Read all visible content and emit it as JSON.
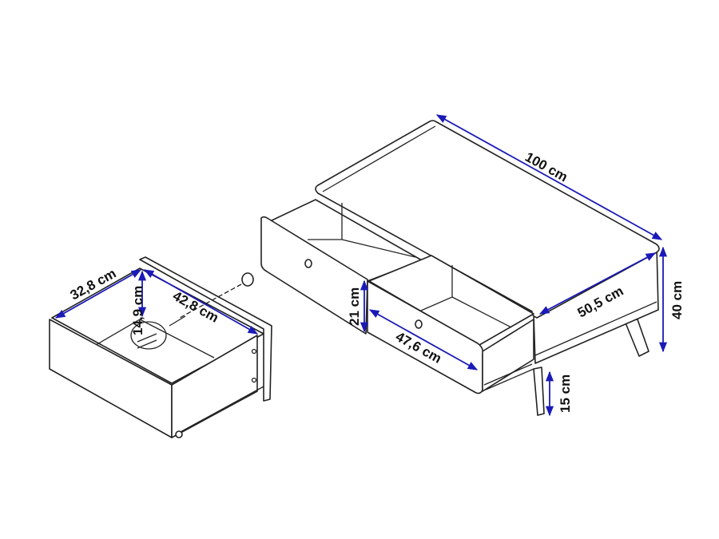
{
  "dimensions": {
    "table_length": "100 cm",
    "table_height": "40 cm",
    "table_depth": "50,5 cm",
    "drawer_front_height": "21 cm",
    "drawer_front_width": "47,6 cm",
    "leg_height": "15 cm",
    "drawer_width": "32,8 cm",
    "drawer_height": "14,9 cm",
    "drawer_depth": "42,8 cm"
  },
  "colors": {
    "dimension_line": "#1a1ab8",
    "outline": "#222222"
  }
}
